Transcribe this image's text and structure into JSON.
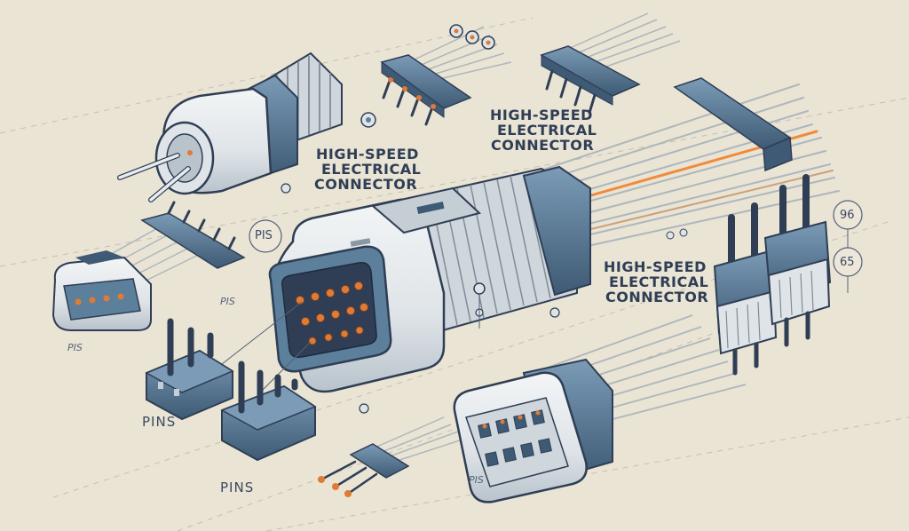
{
  "labels": {
    "title_a": {
      "line1": "HIGH-SPEED",
      "line2": "ELECTRICAL",
      "line3": "CONNECTOR"
    },
    "title_b": {
      "line1": "HIGH-SPEED",
      "line2": "ELECTRICAL",
      "line3": "CONNECTOR"
    },
    "title_c": {
      "line1": "HIGH-SPEED",
      "line2": "ELECTRICAL",
      "line3": "CONNECTOR"
    },
    "pis": "PIS",
    "pins_1": "PINS",
    "pins_2": "PINS",
    "pis_small_1": "PIS",
    "pis_small_2": "PIS",
    "pis_small_3": "PIS",
    "num_96": "96",
    "num_65": "65"
  },
  "colors": {
    "background": "#e9e4d4",
    "housing": "#dfe4e8",
    "housing_shade": "#b9c3cc",
    "plastic_blue": "#5c7f9c",
    "plastic_blue_dark": "#3e5a74",
    "outline": "#2f3e55",
    "pin_metal": "#cfd5da",
    "contact_orange": "#e07a35",
    "wire_grey": "#aeb6bd",
    "wire_orange": "#f08a3c"
  }
}
